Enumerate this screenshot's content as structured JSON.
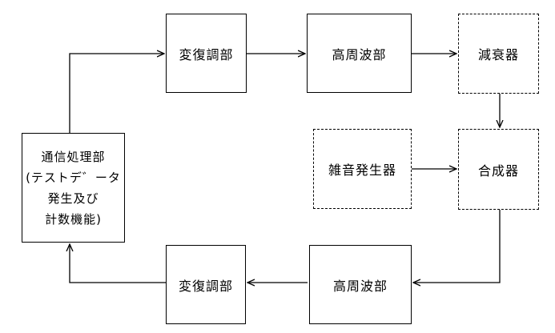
{
  "blocks": {
    "modem_top": "変復調部",
    "rf_top": "高周波部",
    "attenuator": "減衰器",
    "noise_generator": "雑音発生器",
    "combiner": "合成器",
    "rf_bottom": "高周波部",
    "modem_bottom": "変復調部",
    "comm_processor": {
      "line1": "通信処理部",
      "line2": "(テストデ゛ータ",
      "line3": "発生及び",
      "line4": "計数機能)"
    }
  },
  "styles": {
    "solid_blocks": [
      "modem_top",
      "rf_top",
      "rf_bottom",
      "modem_bottom",
      "comm_processor"
    ],
    "dashed_blocks": [
      "attenuator",
      "noise_generator",
      "combiner"
    ],
    "line_color": "#000000"
  }
}
